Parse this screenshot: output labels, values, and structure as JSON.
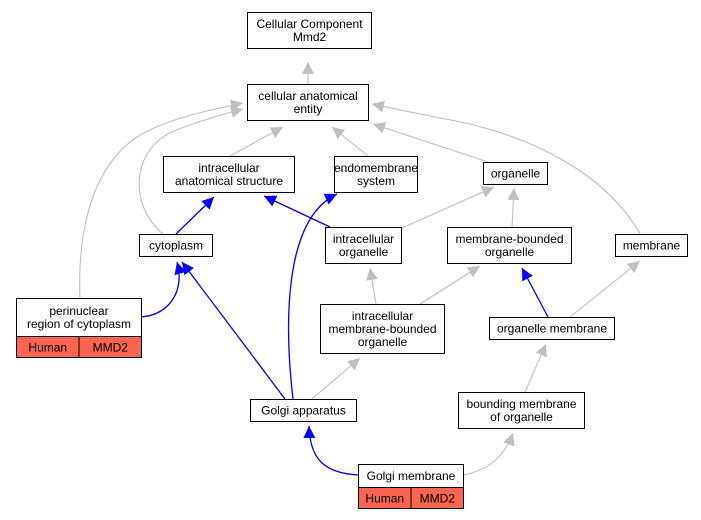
{
  "colors": {
    "node_border": "#000000",
    "node_fill": "#ffffff",
    "annotation_fill": "#fa6450",
    "edge_gray": "#c0c0c0",
    "edge_blue": "#0000ff"
  },
  "nodes": {
    "root": {
      "lines": [
        "Cellular Component",
        "Mmd2"
      ]
    },
    "cae": {
      "lines": [
        "cellular anatomical",
        "entity"
      ]
    },
    "ias": {
      "lines": [
        "intracellular",
        "anatomical structure"
      ]
    },
    "endo": {
      "lines": [
        "endomembrane",
        "system"
      ]
    },
    "organelle": {
      "lines": [
        "organelle"
      ]
    },
    "cytoplasm": {
      "lines": [
        "cytoplasm"
      ]
    },
    "intorg": {
      "lines": [
        "intracellular",
        "organelle"
      ]
    },
    "mbo": {
      "lines": [
        "membrane-bounded",
        "organelle"
      ]
    },
    "membrane": {
      "lines": [
        "membrane"
      ]
    },
    "peri": {
      "lines": [
        "perinuclear",
        "region of cytoplasm"
      ],
      "annotations": [
        "Human",
        "MMD2"
      ]
    },
    "imbo": {
      "lines": [
        "intracellular",
        "membrane-bounded",
        "organelle"
      ]
    },
    "orgmem": {
      "lines": [
        "organelle membrane"
      ]
    },
    "golgi": {
      "lines": [
        "Golgi apparatus"
      ]
    },
    "bmo": {
      "lines": [
        "bounding membrane",
        "of organelle"
      ]
    },
    "golgimem": {
      "lines": [
        "Golgi membrane"
      ],
      "annotations": [
        "Human",
        "MMD2"
      ]
    }
  },
  "edges": [
    {
      "from": "cae",
      "to": "root",
      "color": "gray"
    },
    {
      "from": "ias",
      "to": "cae",
      "color": "gray"
    },
    {
      "from": "endo",
      "to": "cae",
      "color": "gray"
    },
    {
      "from": "organelle",
      "to": "cae",
      "color": "gray"
    },
    {
      "from": "cytoplasm",
      "to": "cae",
      "color": "gray"
    },
    {
      "from": "peri",
      "to": "cae",
      "color": "gray"
    },
    {
      "from": "membrane",
      "to": "cae",
      "color": "gray"
    },
    {
      "from": "cytoplasm",
      "to": "ias",
      "color": "blue"
    },
    {
      "from": "intorg",
      "to": "ias",
      "color": "blue"
    },
    {
      "from": "intorg",
      "to": "organelle",
      "color": "gray"
    },
    {
      "from": "mbo",
      "to": "organelle",
      "color": "gray"
    },
    {
      "from": "peri",
      "to": "cytoplasm",
      "color": "blue"
    },
    {
      "from": "golgi",
      "to": "cytoplasm",
      "color": "blue"
    },
    {
      "from": "golgi",
      "to": "endo",
      "color": "blue"
    },
    {
      "from": "imbo",
      "to": "intorg",
      "color": "gray"
    },
    {
      "from": "imbo",
      "to": "mbo",
      "color": "gray"
    },
    {
      "from": "orgmem",
      "to": "mbo",
      "color": "blue"
    },
    {
      "from": "orgmem",
      "to": "membrane",
      "color": "gray"
    },
    {
      "from": "golgi",
      "to": "imbo",
      "color": "gray"
    },
    {
      "from": "bmo",
      "to": "orgmem",
      "color": "gray"
    },
    {
      "from": "golgimem",
      "to": "golgi",
      "color": "blue"
    },
    {
      "from": "golgimem",
      "to": "bmo",
      "color": "gray"
    }
  ]
}
